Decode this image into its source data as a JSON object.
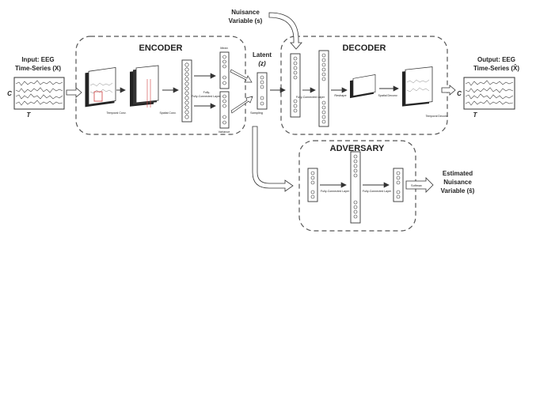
{
  "input": {
    "title_line1": "Input: EEG",
    "title_line2": "Time-Series (X)",
    "channel_label": "C",
    "time_label": "T"
  },
  "output": {
    "title_line1": "Output: EEG",
    "title_line2": "Time-Series (X̂)",
    "channel_label": "C",
    "time_label": "T"
  },
  "nuisance": {
    "line1": "Nuisance",
    "line2": "Variable (s)"
  },
  "latent": {
    "line1": "Latent",
    "line2": "(z)"
  },
  "estimated": {
    "line1": "Estimated",
    "line2": "Nuisance",
    "line3": "Variable (ŝ)"
  },
  "encoder": {
    "title": "ENCODER",
    "temporal_conv": "Temporal Conv.",
    "spatial_conv": "Spatial Conv.",
    "fully_connected": "Fully-Connected Layers",
    "mean": "Mean",
    "variance": "Variance",
    "sampling": "Sampling"
  },
  "decoder": {
    "title": "DECODER",
    "fully_connected": "Fully-Connected Layer",
    "reshape": "Reshape",
    "spatial_deconv": "Spatial Deconv.",
    "temporal_deconv": "Temporal Deconv."
  },
  "adversary": {
    "title": "ADVERSARY",
    "fully_connected_1": "Fully-Connected Layer",
    "fully_connected_2": "Fully-Connected Layer",
    "softmax": "Softmax"
  },
  "colors": {
    "line": "#333333",
    "dashed_box": "#555555",
    "highlight": "#d04040"
  }
}
